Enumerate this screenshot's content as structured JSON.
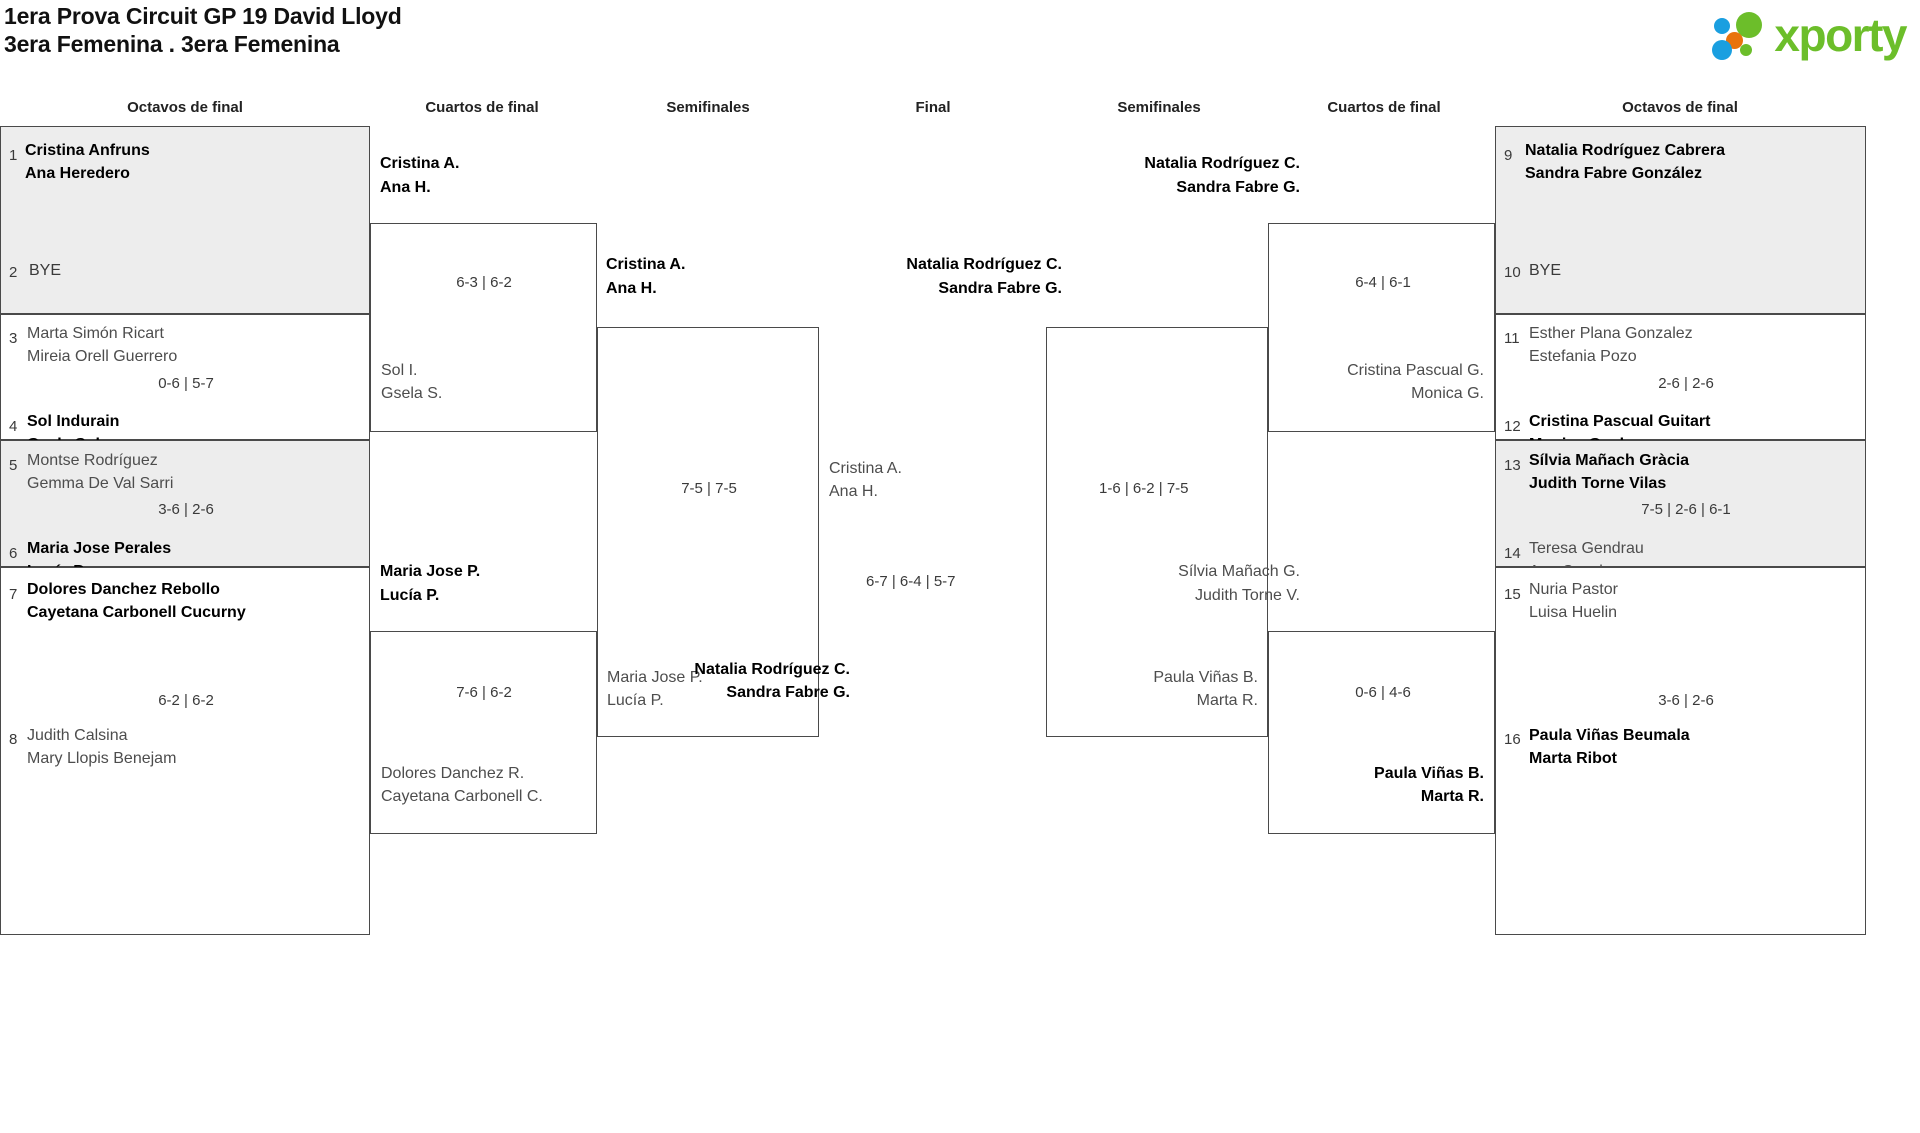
{
  "header": {
    "title_line1": "1era Prova Circuit GP 19 David Lloyd",
    "title_line2": "3era Femenina . 3era Femenina",
    "logo_text": "xporty",
    "logo_colors": {
      "blue": "#1a9fe0",
      "green": "#6cbe2a",
      "orange": "#e8730c"
    }
  },
  "round_headers": [
    {
      "label": "Octavos de final"
    },
    {
      "label": "Cuartos de final"
    },
    {
      "label": "Semifinales"
    },
    {
      "label": "Final"
    },
    {
      "label": "Semifinales"
    },
    {
      "label": "Cuartos de final"
    },
    {
      "label": "Octavos de final"
    }
  ],
  "left": {
    "octavos": [
      {
        "seed_top": "1",
        "top_l1": "Cristina Anfruns",
        "top_l2": "Ana Heredero",
        "top_state": "win",
        "seed_bot": "2",
        "bot_l1": "BYE",
        "bot_l2": "",
        "bot_state": "bye",
        "score": ""
      },
      {
        "seed_top": "3",
        "top_l1": "Marta Simón Ricart",
        "top_l2": "Mireia Orell Guerrero",
        "top_state": "lose",
        "seed_bot": "4",
        "bot_l1": "Sol Indurain",
        "bot_l2": "Gsela Solsona",
        "bot_state": "win",
        "score": "0-6 | 5-7"
      },
      {
        "seed_top": "5",
        "top_l1": "Montse Rodríguez",
        "top_l2": "Gemma De Val Sarri",
        "top_state": "lose",
        "seed_bot": "6",
        "bot_l1": "Maria Jose Perales",
        "bot_l2": "Lucía Parra",
        "bot_state": "win",
        "score": "3-6 | 2-6"
      },
      {
        "seed_top": "7",
        "top_l1": "Dolores Danchez Rebollo",
        "top_l2": "Cayetana Carbonell Cucurny",
        "top_state": "win",
        "seed_bot": "8",
        "bot_l1": "Judith Calsina",
        "bot_l2": "Mary Llopis Benejam",
        "bot_state": "lose",
        "score": "6-2 | 6-2"
      }
    ],
    "cuartos": [
      {
        "top_l1": "Cristina A.",
        "top_l2": "Ana H.",
        "top_state": "win",
        "bot_l1": "Sol I.",
        "bot_l2": "Gsela S.",
        "bot_state": "lose",
        "score": "6-3 | 6-2"
      },
      {
        "top_l1": "Maria Jose P.",
        "top_l2": "Lucía P.",
        "top_state": "win",
        "bot_l1": "Dolores Danchez R.",
        "bot_l2": "Cayetana Carbonell C.",
        "bot_state": "lose",
        "score": "7-6 | 6-2"
      }
    ],
    "semifinal": {
      "top_l1": "Cristina A.",
      "top_l2": "Ana H.",
      "top_state": "win",
      "bot_l1": "Maria Jose P.",
      "bot_l2": "Lucía P.",
      "bot_state": "lose",
      "score": "7-5 | 7-5"
    }
  },
  "final": {
    "top_l1": "Cristina A.",
    "top_l2": "Ana H.",
    "top_state": "lose",
    "bot_l1": "Natalia Rodríguez C.",
    "bot_l2": "Sandra Fabre G.",
    "bot_state": "win",
    "score": "6-7 | 6-4 | 5-7"
  },
  "right": {
    "semifinal": {
      "top_l1": "Natalia Rodríguez C.",
      "top_l2": "Sandra Fabre G.",
      "top_state": "win",
      "bot_l1": "Paula Viñas B.",
      "bot_l2": "Marta R.",
      "bot_state": "lose",
      "score": "1-6 | 6-2 | 7-5"
    },
    "cuartos": [
      {
        "top_l1": "Natalia Rodríguez C.",
        "top_l2": "Sandra Fabre G.",
        "top_state": "win",
        "bot_l1": "Cristina Pascual G.",
        "bot_l2": "Monica G.",
        "bot_state": "lose",
        "score": "6-4 | 6-1"
      },
      {
        "top_l1": "Sílvia Mañach G.",
        "top_l2": "Judith Torne V.",
        "top_state": "lose",
        "bot_l1": "Paula Viñas B.",
        "bot_l2": "Marta R.",
        "bot_state": "win",
        "score": "0-6 | 4-6"
      }
    ],
    "octavos": [
      {
        "seed_top": "9",
        "top_l1": "Natalia Rodríguez Cabrera",
        "top_l2": "Sandra Fabre González",
        "top_state": "win",
        "seed_bot": "10",
        "bot_l1": "BYE",
        "bot_l2": "",
        "bot_state": "bye",
        "score": ""
      },
      {
        "seed_top": "11",
        "top_l1": "Esther Plana Gonzalez",
        "top_l2": "Estefania Pozo",
        "top_state": "lose",
        "seed_bot": "12",
        "bot_l1": "Cristina Pascual Guitart",
        "bot_l2": "Monica Gual",
        "bot_state": "win",
        "score": "2-6 | 2-6"
      },
      {
        "seed_top": "13",
        "top_l1": "Sílvia Mañach Gràcia",
        "top_l2": "Judith Torne Vilas",
        "top_state": "win",
        "seed_bot": "14",
        "bot_l1": "Teresa Gendrau",
        "bot_l2": "Ana Casals",
        "bot_state": "lose",
        "score": "7-5 | 2-6 | 6-1"
      },
      {
        "seed_top": "15",
        "top_l1": "Nuria Pastor",
        "top_l2": "Luisa Huelin",
        "top_state": "lose",
        "seed_bot": "16",
        "bot_l1": "Paula Viñas Beumala",
        "bot_l2": "Marta Ribot",
        "bot_state": "win",
        "score": "3-6 | 2-6"
      }
    ]
  }
}
